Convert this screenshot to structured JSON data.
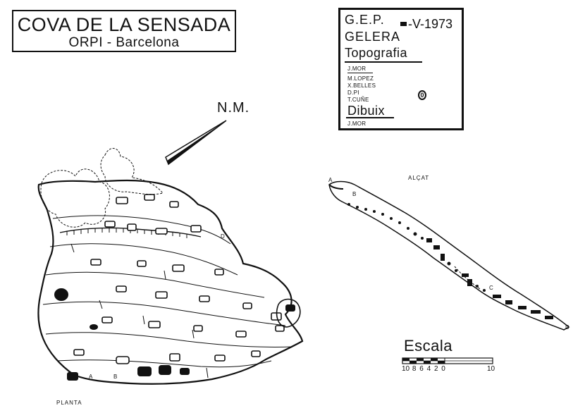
{
  "title": {
    "main": "COVA DE LA SENSADA",
    "location": "ORPI - Barcelona"
  },
  "info": {
    "group": "G.E.P.",
    "date": "-V-1973",
    "gelera": "GELERA",
    "topografia_label": "Topografia",
    "topographers": [
      "J.MOR",
      "M.LOPEZ",
      "X.BELLES",
      "D.PI",
      "T.CUÑE"
    ],
    "dibuix_label": "Dibuix",
    "drawer": "J.MOR",
    "badge": "0"
  },
  "north": {
    "label": "N.M."
  },
  "views": {
    "elevation": "ALÇAT",
    "plan": "PLANTA"
  },
  "points": {
    "a": "A",
    "b": "B",
    "c": "C",
    "d": "D"
  },
  "scale": {
    "title": "Escala",
    "ticks_left": [
      "10",
      "8",
      "6",
      "4",
      "2",
      "0"
    ],
    "tick_right": "10"
  },
  "colors": {
    "ink": "#111111",
    "paper": "#ffffff"
  }
}
